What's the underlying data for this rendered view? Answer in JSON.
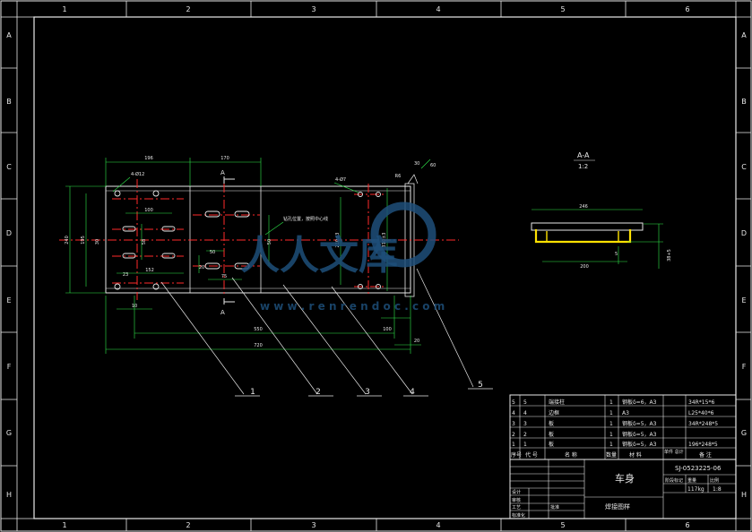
{
  "frame": {
    "columns": [
      "1",
      "2",
      "3",
      "4",
      "5",
      "6"
    ],
    "rows": [
      "A",
      "B",
      "C",
      "D",
      "E",
      "F",
      "G",
      "H"
    ]
  },
  "watermark": {
    "brand": "人人文库",
    "url": "w w w . r e n r e n d o c . c o m"
  },
  "section": {
    "title": "A-A",
    "scale": "1:2",
    "dim_top": "246",
    "dim_bottom": "200",
    "dim_right": "38+5",
    "dim_small": "5"
  },
  "main_view": {
    "section_mark": "A",
    "dims_top": [
      "196",
      "170"
    ],
    "dims_bottom": [
      "550",
      "720",
      "20",
      "100"
    ],
    "dims_inner": [
      "100",
      "152",
      "10",
      "75",
      "50",
      "23",
      "20",
      "50",
      "58"
    ],
    "dims_left": [
      "240",
      "195",
      "30"
    ],
    "dims_right": [
      "230±3",
      "310±3",
      "R6"
    ],
    "notes": [
      "4-Ø12",
      "4-Ø7",
      "钻孔位置，按照中心线"
    ],
    "angles": [
      "30",
      "60"
    ],
    "callouts": [
      "1",
      "2",
      "3",
      "4",
      "5"
    ]
  },
  "bom": {
    "rows": [
      {
        "seq": "5",
        "code": "5",
        "name": "端接柱",
        "qty": "1",
        "material": "钢板δ=6，A3",
        "note": "34R*15*6"
      },
      {
        "seq": "4",
        "code": "4",
        "name": "边框",
        "qty": "1",
        "material": "A3",
        "note": "L25*40*6"
      },
      {
        "seq": "3",
        "code": "3",
        "name": "板",
        "qty": "1",
        "material": "钢板δ=5，A3",
        "note": "34R*248*5"
      },
      {
        "seq": "2",
        "code": "2",
        "name": "板",
        "qty": "1",
        "material": "钢板δ=5，A3",
        "note": ""
      },
      {
        "seq": "1",
        "code": "1",
        "name": "板",
        "qty": "1",
        "material": "钢板δ=5，A3",
        "note": "196*248*5"
      }
    ],
    "header": {
      "seq": "序号",
      "code": "代 号",
      "name": "名 称",
      "qty": "数量",
      "material": "材 料",
      "weight": "单件 总计",
      "note": "备 注"
    }
  },
  "title_block": {
    "drawing_no": "SJ-0523225-06",
    "part_name": "车身",
    "subtitle": "焊接图样",
    "weight": "117kg",
    "scale": "1:8",
    "labels": [
      "设计",
      "审核",
      "工艺",
      "标准化",
      "批准",
      "重量",
      "比例",
      "阶段标记"
    ]
  }
}
